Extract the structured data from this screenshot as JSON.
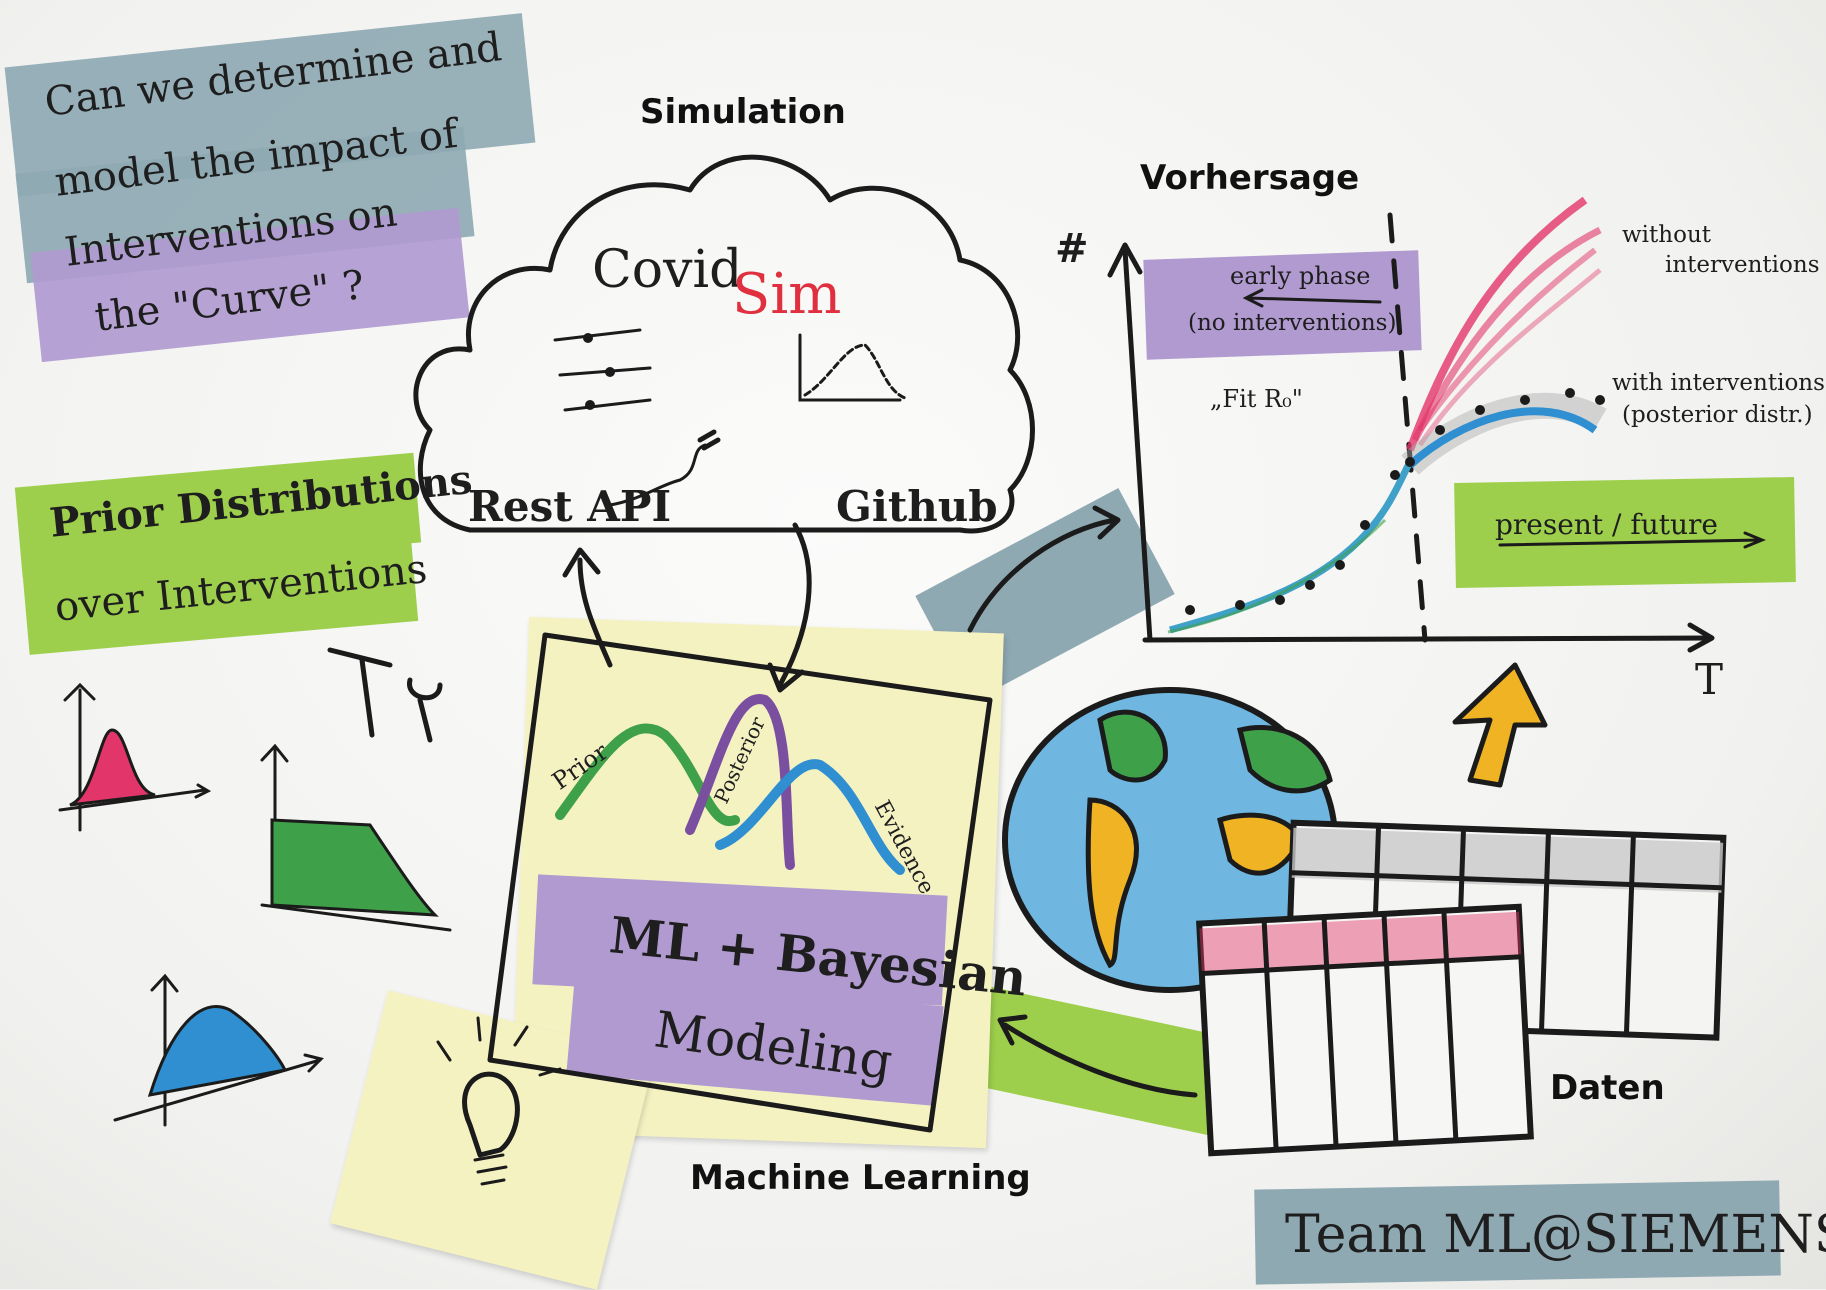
{
  "question": {
    "line1": "Can we determine and",
    "line2": "model the impact of",
    "line3": "Interventions on",
    "line4": "the \"Curve\" ?"
  },
  "sections": {
    "simulation": "Simulation",
    "forecast": "Vorhersage",
    "machine_learning": "Machine Learning",
    "data": "Daten"
  },
  "cloud": {
    "title_left": "Covid",
    "title_right": "Sim",
    "rest_api": "Rest API",
    "github": "Github"
  },
  "priors": {
    "line1": "Prior Distributions",
    "line2": "over Interventions"
  },
  "ml_card": {
    "prior": "Prior",
    "posterior": "Posterior",
    "evidence": "Evidence",
    "line1": "ML + Bayesian",
    "line2": "Modeling"
  },
  "forecast_chart": {
    "y_axis": "#",
    "x_axis": "T",
    "early_phase": "early phase",
    "no_interventions": "(no interventions)",
    "fit_r0": "„Fit R₀\"",
    "without_1": "without",
    "without_2": "interventions",
    "with_1": "with interventions",
    "with_2": "(posterior distr.)",
    "present_future": "present / future"
  },
  "team": "Team ML@SIEMENS",
  "colors": {
    "tape_blue": "#8fa9b3",
    "tape_purple": "#b09ad0",
    "tape_green": "#9dcf4c",
    "postit": "#f5f2c2",
    "sim_red": "#e0303f",
    "crayon_green": "#3fa04a",
    "crayon_blue": "#2f8fd0",
    "crayon_yellow": "#f0b323",
    "crayon_pink": "#e2366a"
  }
}
